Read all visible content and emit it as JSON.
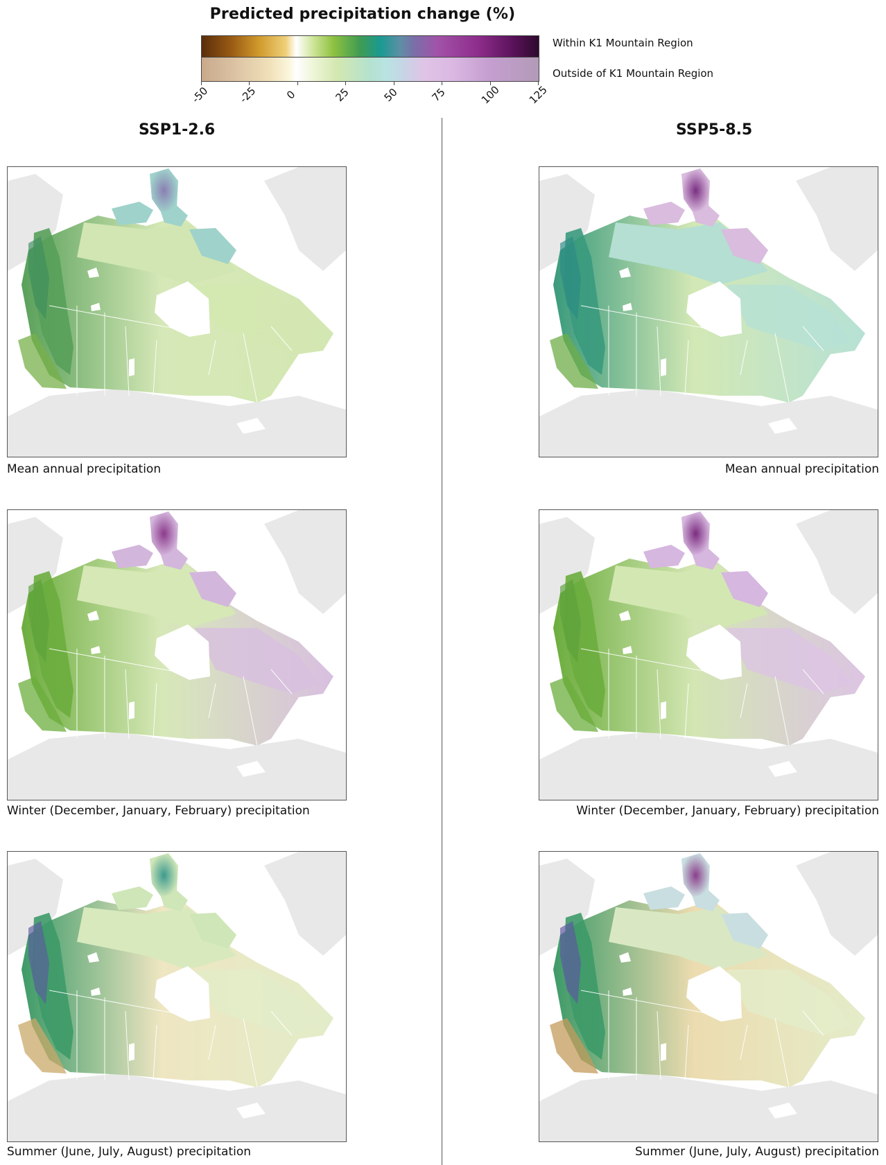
{
  "legend": {
    "title": "Predicted precipitation change (%)",
    "row_within_label": "Within K1 Mountain Region",
    "row_outside_label": "Outside of K1 Mountain Region",
    "ticks": [
      "-50",
      "-25",
      "0",
      "25",
      "50",
      "75",
      "100",
      "125"
    ],
    "range": [
      -50,
      125
    ]
  },
  "columns": [
    {
      "label": "SSP1-2.6"
    },
    {
      "label": "SSP5-8.5"
    }
  ],
  "panels": [
    {
      "scenario": "SSP1-2.6",
      "caption": "Mean annual precipitation",
      "arctic": "#9fd2cb",
      "arctic_top": "#8a7fb3",
      "north": "#d1e6b3",
      "east": "#d3e7b2",
      "south": "#d6e8b7",
      "cordillera": "#58a05a",
      "coast_tint": "#3e8d5d",
      "south_west": "#78b04a"
    },
    {
      "scenario": "SSP5-8.5",
      "caption": "Mean annual precipitation",
      "arctic": "#d9bcde",
      "arctic_top": "#7a2f82",
      "north": "#b4dfd2",
      "east": "#b6e1d5",
      "south": "#d3e8b5",
      "cordillera": "#3a9a7d",
      "coast_tint": "#2a8b84",
      "south_west": "#6fae48"
    },
    {
      "scenario": "SSP1-2.6",
      "caption": "Winter (December, January, February) precipitation",
      "arctic": "#d3b6dc",
      "arctic_top": "#8c3a8c",
      "north": "#d6e8b5",
      "east": "#d8bfe0",
      "south": "#d7e8b8",
      "cordillera": "#6cad3e",
      "coast_tint": "#5a9f3b",
      "south_west": "#6cad3e"
    },
    {
      "scenario": "SSP5-8.5",
      "caption": "Winter (December, January, February) precipitation",
      "arctic": "#d6b7df",
      "arctic_top": "#7c2d80",
      "north": "#d3e7b3",
      "east": "#dcc4e3",
      "south": "#d3e6b3",
      "cordillera": "#6cad3e",
      "coast_tint": "#5a9f3b",
      "south_west": "#6cad3e"
    },
    {
      "scenario": "SSP1-2.6",
      "caption": "Summer (June, July, August) precipitation",
      "arctic": "#cfe6b8",
      "arctic_top": "#3c9a8e",
      "north": "#d8e9be",
      "east": "#e2ecc8",
      "south": "#efe6c2",
      "cordillera": "#3d9a68",
      "coast_tint": "#5a5aa0",
      "south_west": "#c9a868"
    },
    {
      "scenario": "SSP5-8.5",
      "caption": "Summer (June, July, August) precipitation",
      "arctic": "#c9dee0",
      "arctic_top": "#8b3f8c",
      "north": "#d9e8c3",
      "east": "#e4ecc9",
      "south": "#ecdcb0",
      "cordillera": "#3d9a68",
      "coast_tint": "#5d54a4",
      "south_west": "#c39b5c"
    }
  ]
}
